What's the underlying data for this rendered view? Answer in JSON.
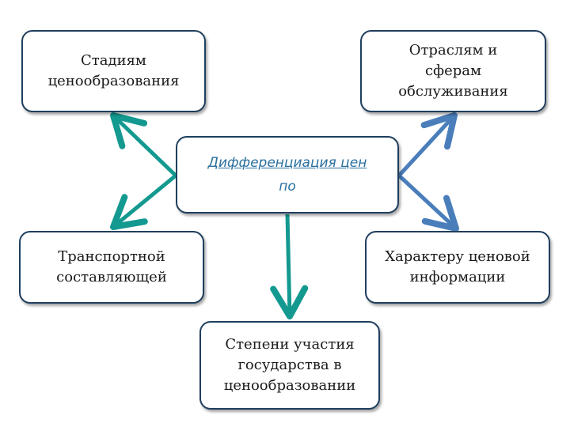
{
  "center": {
    "line1": "Дифференциация цен",
    "line2": "по"
  },
  "nodes": {
    "stages": {
      "line1": "Стадиям",
      "line2": "ценообразования"
    },
    "sectors": {
      "line1": "Отраслям и",
      "line2": "сферам",
      "line3": "обслуживания"
    },
    "transport": {
      "line1": "Транспортной",
      "line2": "составляющей"
    },
    "info": {
      "line1": "Характеру ценовой",
      "line2": "информации"
    },
    "state": {
      "line1": "Степени участия",
      "line2": "государства в",
      "line3": "ценообразовании"
    }
  },
  "colors": {
    "teal_arrow": "#13998f",
    "blue_arrow": "#4a7ebb",
    "center_text": "#2a6f9e",
    "box_border": "#1f3f5e"
  }
}
